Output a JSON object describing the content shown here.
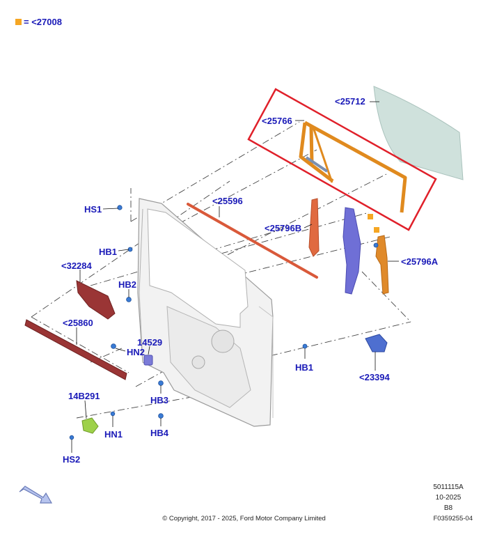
{
  "legend": {
    "marker_color": "#f5a623",
    "text": "= <27008"
  },
  "callouts": {
    "c25712": "<25712",
    "c25766": "<25766",
    "c25596": "<25596",
    "c25796b": "<25796B",
    "c25796a": "<25796A",
    "c32284": "<32284",
    "c25860": "<25860",
    "c23394": "<23394",
    "c14529": "14529",
    "c14b291": "14B291",
    "hs1": "HS1",
    "hb1_top": "HB1",
    "hb2": "HB2",
    "hn2": "HN2",
    "hb1_bot": "HB1",
    "hb3": "HB3",
    "hb4": "HB4",
    "hn1": "HN1",
    "hs2": "HS2"
  },
  "meta": {
    "code": "5011115A",
    "date": "10-2025",
    "level": "B8",
    "figure_id": "F0359255-04",
    "copyright": "© Copyright, 2017 - 2025, Ford Motor Company Limited"
  },
  "colors": {
    "label": "#1a1ab8",
    "highlight_box": "#e0202a",
    "glass": "#cfe1dc",
    "run_channel": "#e08a1e",
    "rail": "#d9593a",
    "regulator": "#6f6fd6",
    "trim_strip": "#9a3535",
    "motor": "#4e6fd0",
    "clip": "#9ed14a"
  }
}
